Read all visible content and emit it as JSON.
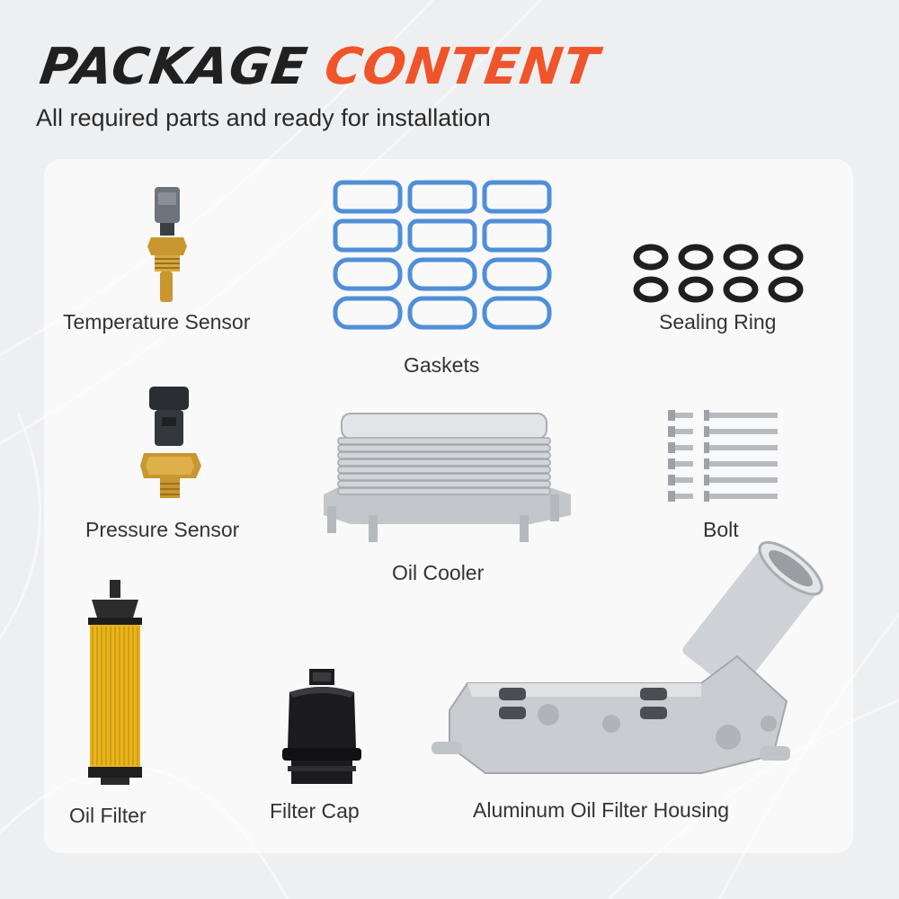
{
  "header": {
    "title_word1": "PACKAGE",
    "title_word2": "CONTENT",
    "subtitle": "All required parts and ready for installation"
  },
  "colors": {
    "accent": "#f0542a",
    "title_dark": "#202020",
    "gasket_blue": "#4f8fd8",
    "filter_yellow": "#e9b51d",
    "brass": "#c9962f",
    "aluminum": "#c9ccd0"
  },
  "items": {
    "temperature_sensor": {
      "label": "Temperature Sensor",
      "icon": "temperature-sensor-icon"
    },
    "gaskets": {
      "label": "Gaskets",
      "icon": "gasket-icon"
    },
    "sealing_ring": {
      "label": "Sealing Ring",
      "icon": "sealing-ring-icon"
    },
    "pressure_sensor": {
      "label": "Pressure Sensor",
      "icon": "pressure-sensor-icon"
    },
    "oil_cooler": {
      "label": "Oil Cooler",
      "icon": "oil-cooler-icon"
    },
    "bolt": {
      "label": "Bolt",
      "icon": "bolt-icon"
    },
    "oil_filter": {
      "label": "Oil Filter",
      "icon": "oil-filter-icon"
    },
    "filter_cap": {
      "label": "Filter Cap",
      "icon": "filter-cap-icon"
    },
    "housing": {
      "label": "Aluminum Oil Filter Housing",
      "icon": "oil-filter-housing-icon"
    }
  }
}
